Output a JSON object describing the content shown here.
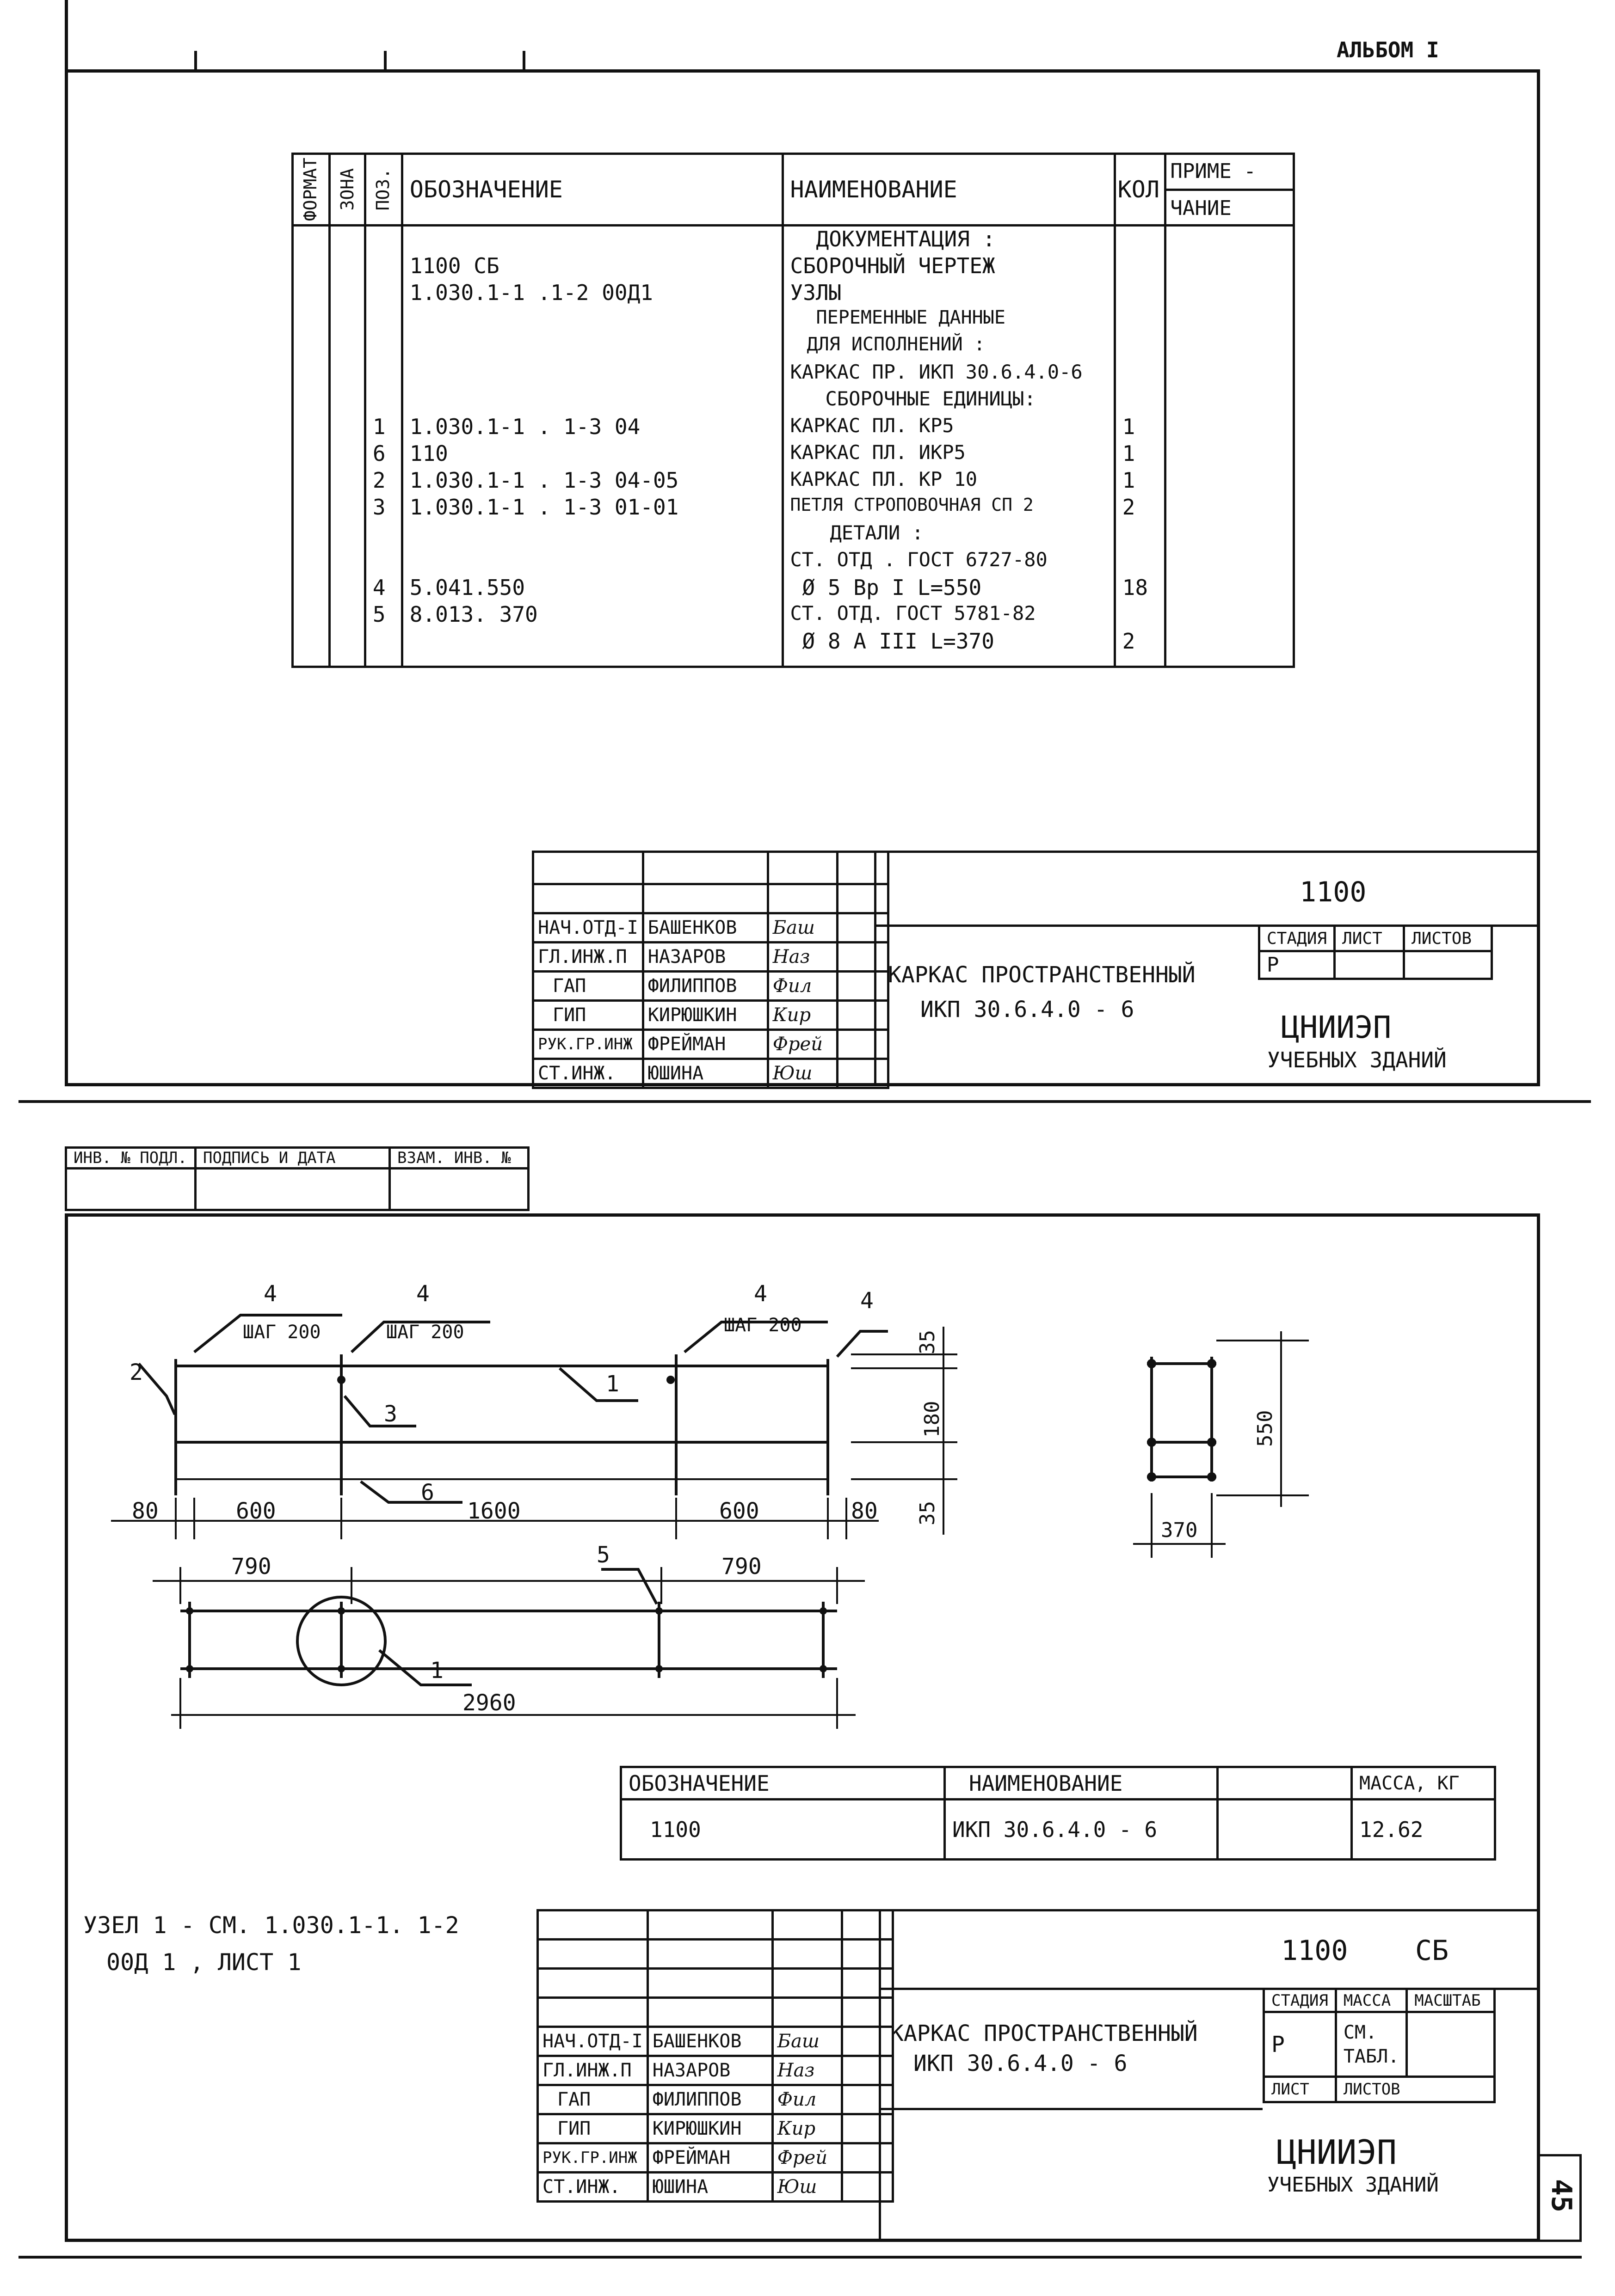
{
  "sheet1": {
    "top_right_mark": "АЛЬБОМ I",
    "spec": {
      "headers": {
        "format": "ФОРМАТ",
        "zone": "ЗОНА",
        "pos": "ПОЗ.",
        "designation": "ОБОЗНАЧЕНИЕ",
        "name": "НАИМЕНОВАНИЕ",
        "qty": "КОЛ",
        "note1": "ПРИМЕ -",
        "note2": "ЧАНИЕ"
      },
      "rows": [
        {
          "pos": "",
          "designation": "",
          "name": "ДОКУМЕНТАЦИЯ :",
          "qty": ""
        },
        {
          "pos": "",
          "designation": "1100 СБ",
          "name": "СБОРОЧНЫЙ ЧЕРТЕЖ",
          "qty": ""
        },
        {
          "pos": "",
          "designation": "1.030.1-1 .1-2   00Д1",
          "name": "УЗЛЫ",
          "qty": ""
        },
        {
          "pos": "",
          "designation": "",
          "name": "ПЕРЕМЕННЫЕ ДАННЫЕ",
          "qty": ""
        },
        {
          "pos": "",
          "designation": "",
          "name": "ДЛЯ ИСПОЛНЕНИЙ :",
          "qty": ""
        },
        {
          "pos": "",
          "designation": "",
          "name": "КАРКАС ПР. ИКП 30.6.4.0-6",
          "qty": ""
        },
        {
          "pos": "",
          "designation": "",
          "name": "СБОРОЧНЫЕ ЕДИНИЦЫ:",
          "qty": ""
        },
        {
          "pos": "1",
          "designation": "1.030.1-1 . 1-3  04",
          "name": "КАРКАС ПЛ. КР5",
          "qty": "1"
        },
        {
          "pos": "6",
          "designation": "110",
          "name": "КАРКАС ПЛ. ИКР5",
          "qty": "1"
        },
        {
          "pos": "2",
          "designation": "1.030.1-1 . 1-3  04-05",
          "name": "КАРКАС ПЛ. КР 10",
          "qty": "1"
        },
        {
          "pos": "3",
          "designation": "1.030.1-1 . 1-3  01-01",
          "name": "ПЕТЛЯ СТРОПОВОЧНАЯ СП 2",
          "qty": "2"
        },
        {
          "pos": "",
          "designation": "",
          "name": "ДЕТАЛИ :",
          "qty": ""
        },
        {
          "pos": "",
          "designation": "",
          "name": "СТ. ОТД . ГОСТ 6727-80",
          "qty": ""
        },
        {
          "pos": "4",
          "designation": "5.041.550",
          "name": "Ø 5 Вр I   L=550",
          "qty": "18"
        },
        {
          "pos": "5",
          "designation": "8.013. 370",
          "name": "СТ. ОТД. ГОСТ 5781-82",
          "qty": ""
        },
        {
          "pos": "",
          "designation": "",
          "name": "Ø 8 А III   L=370",
          "qty": "2"
        }
      ]
    },
    "stamp": {
      "code": "1100",
      "title1": "КАРКАС ПРОСТРАНСТВЕННЫЙ",
      "title2": "ИКП 30.6.4.0 - 6",
      "stage_label": "СТАДИЯ",
      "sheet_label": "ЛИСТ",
      "sheets_label": "ЛИСТОВ",
      "stage": "Р",
      "org1": "ЦНИИЭП",
      "org2": "УЧЕБНЫХ  ЗДАНИЙ",
      "people": [
        {
          "role": "НАЧ.ОТД-I",
          "name": "БАШЕНКОВ",
          "sig": "Баш"
        },
        {
          "role": "ГЛ.ИНЖ.П",
          "name": "НАЗАРОВ",
          "sig": "Наз"
        },
        {
          "role": "ГАП",
          "name": "ФИЛИППОВ",
          "sig": "Фил"
        },
        {
          "role": "ГИП",
          "name": "КИРЮШКИН",
          "sig": "Кир"
        },
        {
          "role": "РУК.ГР.ИНЖ",
          "name": "ФРЕЙМАН",
          "sig": "Фрей"
        },
        {
          "role": "СТ.ИНЖ.",
          "name": "ЮШИНА",
          "sig": "Юш"
        }
      ]
    }
  },
  "sheet2": {
    "archive": {
      "h1": "ИНВ. № ПОДЛ.",
      "h2": "ПОДПИСЬ И ДАТА",
      "h3": "ВЗАМ. ИНВ. №"
    },
    "drawing": {
      "labels_4": "4",
      "step": "ШАГ 200",
      "d80": "80",
      "d600": "600",
      "d1600": "1600",
      "d790": "790",
      "d2960": "2960",
      "d35": "35",
      "d180": "180",
      "d550": "550",
      "d370": "370",
      "p1": "1",
      "p2": "2",
      "p3": "3",
      "p5": "5",
      "p6": "6"
    },
    "mass_table": {
      "h_designation": "ОБОЗНАЧЕНИЕ",
      "h_name": "НАИМЕНОВАНИЕ",
      "h_mass": "МАССА, КГ",
      "designation": "1100",
      "name": "ИКП 30.6.4.0 - 6",
      "mass": "12.62"
    },
    "note1": "УЗЕЛ 1 - СМ. 1.030.1-1. 1-2",
    "note2": "00Д 1 ,  ЛИСТ 1",
    "stamp": {
      "code": "1100",
      "code_suffix": "СБ",
      "title1": "КАРКАС ПРОСТРАНСТВЕННЫЙ",
      "title2": "ИКП 30.6.4.0 - 6",
      "stage_label": "СТАДИЯ",
      "mass_label": "МАССА",
      "scale_label": "МАСШТАБ",
      "stage": "Р",
      "mass1": "СМ.",
      "mass2": "ТАБЛ.",
      "sheet_label": "ЛИСТ",
      "sheets_label": "ЛИСТОВ",
      "org1": "ЦНИИЭП",
      "org2": "УЧЕБНЫХ  ЗДАНИЙ",
      "people": [
        {
          "role": "НАЧ.ОТД-I",
          "name": "БАШЕНКОВ",
          "sig": "Баш"
        },
        {
          "role": "ГЛ.ИНЖ.П",
          "name": "НАЗАРОВ",
          "sig": "Наз"
        },
        {
          "role": "ГАП",
          "name": "ФИЛИППОВ",
          "sig": "Фил"
        },
        {
          "role": "ГИП",
          "name": "КИРЮШКИН",
          "sig": "Кир"
        },
        {
          "role": "РУК.ГР.ИНЖ",
          "name": "ФРЕЙМАН",
          "sig": "Фрей"
        },
        {
          "role": "СТ.ИНЖ.",
          "name": "ЮШИНА",
          "sig": "Юш"
        }
      ]
    },
    "page_number": "45"
  }
}
